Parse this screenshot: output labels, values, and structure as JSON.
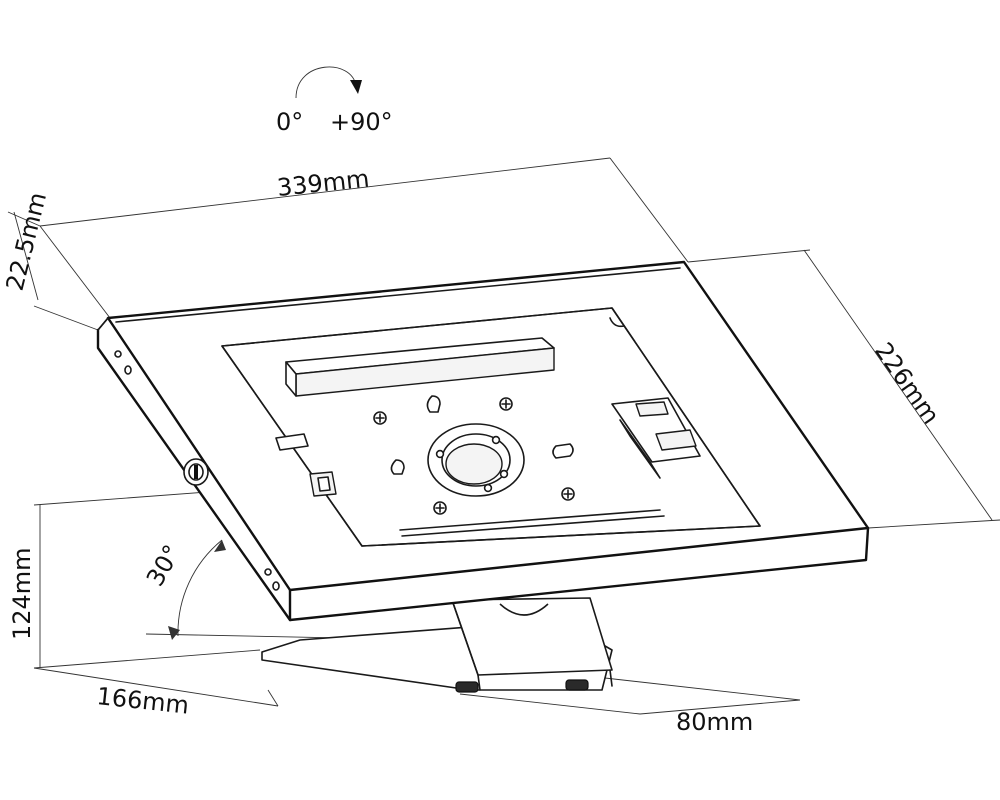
{
  "rotation": {
    "start_label": "0°",
    "end_label": "+90°"
  },
  "dimensions": {
    "width": "339mm",
    "height": "226mm",
    "thickness": "22.5mm",
    "stand_height": "124mm",
    "base_depth": "166mm",
    "base_width": "80mm",
    "tilt_angle": "30°"
  }
}
